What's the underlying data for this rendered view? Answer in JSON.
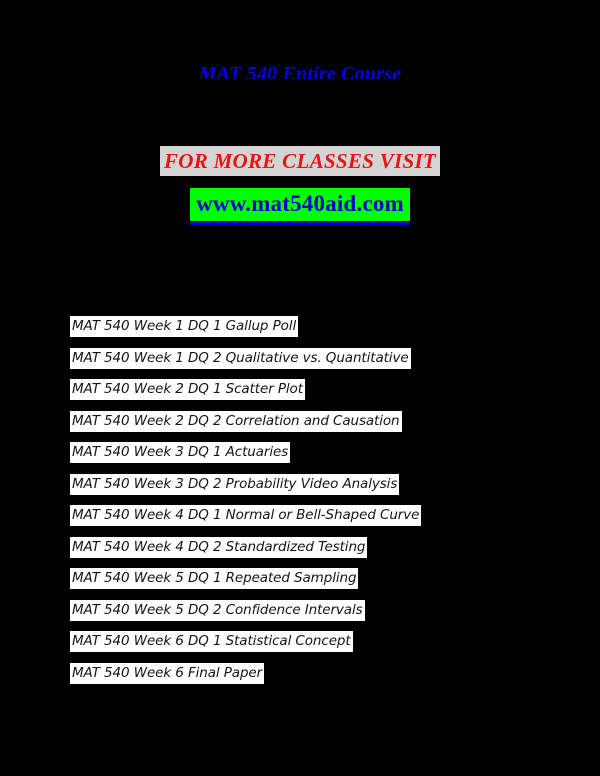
{
  "document": {
    "title": "MAT 540 Entire Course",
    "promo_heading": "FOR MORE CLASSES VISIT",
    "url": "www.mat540aid.com",
    "colors": {
      "background": "#000000",
      "title_text": "#0000ee",
      "promo_text": "#ee1111",
      "promo_background": "#d4d4d4",
      "url_text": "#0000cc",
      "url_background": "#00ff00",
      "item_text": "#141414",
      "item_background": "#ffffff"
    },
    "items": [
      {
        "text": "MAT 540 Week 1 DQ 1 Gallup Poll"
      },
      {
        "text": "MAT 540 Week 1 DQ 2 Qualitative vs. Quantitative"
      },
      {
        "text": "MAT 540 Week 2 DQ 1 Scatter Plot"
      },
      {
        "text": "MAT 540 Week 2 DQ 2 Correlation and Causation"
      },
      {
        "text": "MAT 540 Week 3 DQ 1 Actuaries"
      },
      {
        "text": "MAT 540 Week 3 DQ 2 Probability Video Analysis"
      },
      {
        "text": "MAT 540 Week 4 DQ 1 Normal or Bell-Shaped Curve"
      },
      {
        "text": "MAT 540 Week 4 DQ 2 Standardized Testing"
      },
      {
        "text": "MAT 540 Week 5 DQ 1 Repeated Sampling"
      },
      {
        "text": "MAT 540 Week 5 DQ 2 Confidence Intervals"
      },
      {
        "text": "MAT 540 Week 6 DQ 1 Statistical Concept"
      },
      {
        "text": "MAT 540 Week 6 Final Paper"
      }
    ]
  }
}
